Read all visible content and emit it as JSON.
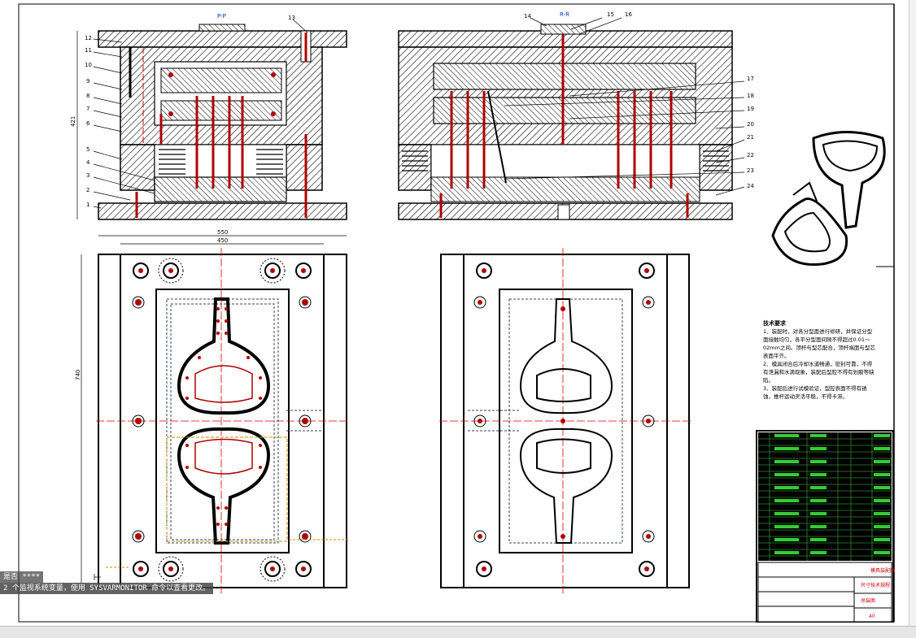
{
  "views": {
    "left_section_title": "P-P",
    "right_section_title": "R-R"
  },
  "dimensions": {
    "height_421": "421",
    "width_550": "550",
    "width_450": "450",
    "height_740": "740"
  },
  "part_numbers_left": [
    "12",
    "11",
    "10",
    "9",
    "8",
    "7",
    "6",
    "5",
    "4",
    "3",
    "2",
    "1"
  ],
  "part_numbers_right": [
    "17",
    "18",
    "19",
    "20",
    "21",
    "22",
    "23",
    "24"
  ],
  "part_numbers_top": [
    "13",
    "14",
    "15",
    "16"
  ],
  "tech_notes": {
    "heading": "技术要求",
    "items": [
      "1、装配时，对各分型面进行修研，并保证分型面接触均匀，各平分型面间隙不得超过0.01～02mm之间。顶杆与型芯配合，顶杆端面与型芯表面平齐。",
      "2、模具闭合后冷却水道畅通，密封可靠，不得有泄漏和水滴现象，装配后型腔不得有划痕等缺陷。",
      "3、装配后进行试模验证，型腔表面不得有锈蚀，推杆运动灵活平稳，不得卡滞。"
    ]
  },
  "title_block": {
    "name": "模具装配图",
    "company": "尺寸技术规程",
    "drawing_no": "总装图",
    "sheet": "40"
  },
  "command_line": {
    "line1": "是否  ****",
    "line2": "2 个监视系统变量，使用 SYSVARMONITOR 命令以查看更改。"
  }
}
